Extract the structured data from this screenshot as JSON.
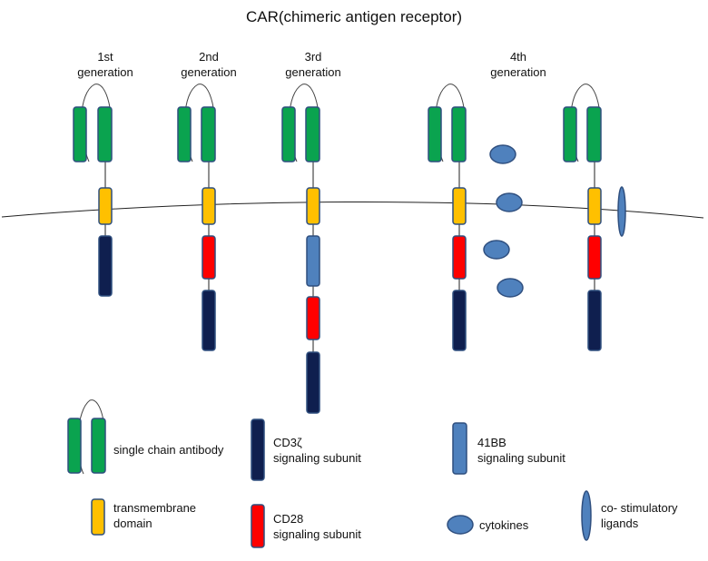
{
  "title": "CAR(chimeric antigen receptor)",
  "generations": [
    {
      "line1": "1st",
      "line2": "generation"
    },
    {
      "line1": "2nd",
      "line2": "generation"
    },
    {
      "line1": "3rd",
      "line2": "generation"
    },
    {
      "line1": "4th",
      "line2": "generation"
    }
  ],
  "legend": {
    "scfv": "single chain antibody",
    "cd3z_line1": "CD3ζ",
    "cd3z_line2": "signaling subunit",
    "bb41_line1": "41BB",
    "bb41_line2": "signaling subunit",
    "tm_line1": "transmembrane",
    "tm_line2": "domain",
    "cd28_line1": "CD28",
    "cd28_line2": "signaling subunit",
    "cytokines": "cytokines",
    "ligand_line1": "co- stimulatory",
    "ligand_line2": "ligands"
  },
  "colors": {
    "scfv": "#0aa34f",
    "transmembrane": "#ffc000",
    "cd3z": "#0f1f4f",
    "cd28": "#ff0000",
    "bb41": "#4f81bd",
    "outline": "#2f4f7f"
  }
}
